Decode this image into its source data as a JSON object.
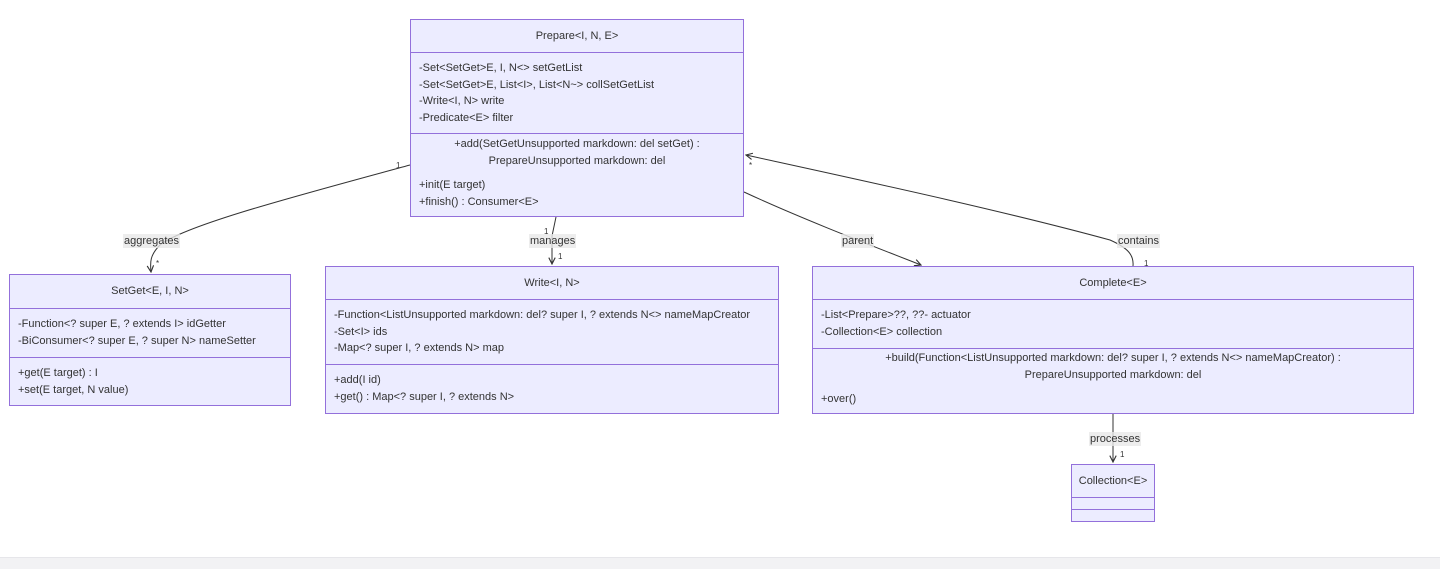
{
  "classes": {
    "prepare": {
      "name": "Prepare<I, N, E>",
      "attributes": [
        "-Set<SetGet>E, I, N<> setGetList",
        "-Set<SetGet>E, List<I>, List<N~> collSetGetList",
        "-Write<I, N> write",
        "-Predicate<E> filter"
      ],
      "methods": [
        "+add(SetGetUnsupported markdown: del setGet) :",
        "PrepareUnsupported markdown: del",
        "+init(E target)",
        "+finish() : Consumer<E>"
      ]
    },
    "setget": {
      "name": "SetGet<E, I, N>",
      "attributes": [
        "-Function<? super E, ? extends I> idGetter",
        "-BiConsumer<? super E, ? super N> nameSetter"
      ],
      "methods": [
        "+get(E target) : I",
        "+set(E target, N value)"
      ]
    },
    "write": {
      "name": "Write<I, N>",
      "attributes": [
        "-Function<ListUnsupported markdown: del? super I, ? extends N<> nameMapCreator",
        "-Set<I> ids",
        "-Map<? super I, ? extends N> map"
      ],
      "methods": [
        "+add(I id)",
        "+get() : Map<? super I, ? extends N>"
      ]
    },
    "complete": {
      "name": "Complete<E>",
      "attributes": [
        "-List<Prepare>??, ??- actuator",
        "-Collection<E> collection"
      ],
      "methods": [
        "+build(Function<ListUnsupported markdown: del? super I, ? extends N<> nameMapCreator) :",
        "PrepareUnsupported markdown: del",
        "+over()"
      ]
    },
    "collection": {
      "name": "Collection<E>"
    }
  },
  "relations": {
    "aggregates": {
      "label": "aggregates",
      "from_mult": "1",
      "to_mult": "*"
    },
    "manages": {
      "label": "manages",
      "from_mult": "1",
      "to_mult": "1"
    },
    "parent": {
      "label": "parent"
    },
    "contains": {
      "label": "contains",
      "from_mult": "1",
      "to_mult": "*"
    },
    "processes": {
      "label": "processes",
      "to_mult": "1"
    }
  },
  "colors": {
    "box_fill": "#ececff",
    "box_border": "#9370db",
    "line": "#333333",
    "label_bg": "#e8e8e8"
  }
}
